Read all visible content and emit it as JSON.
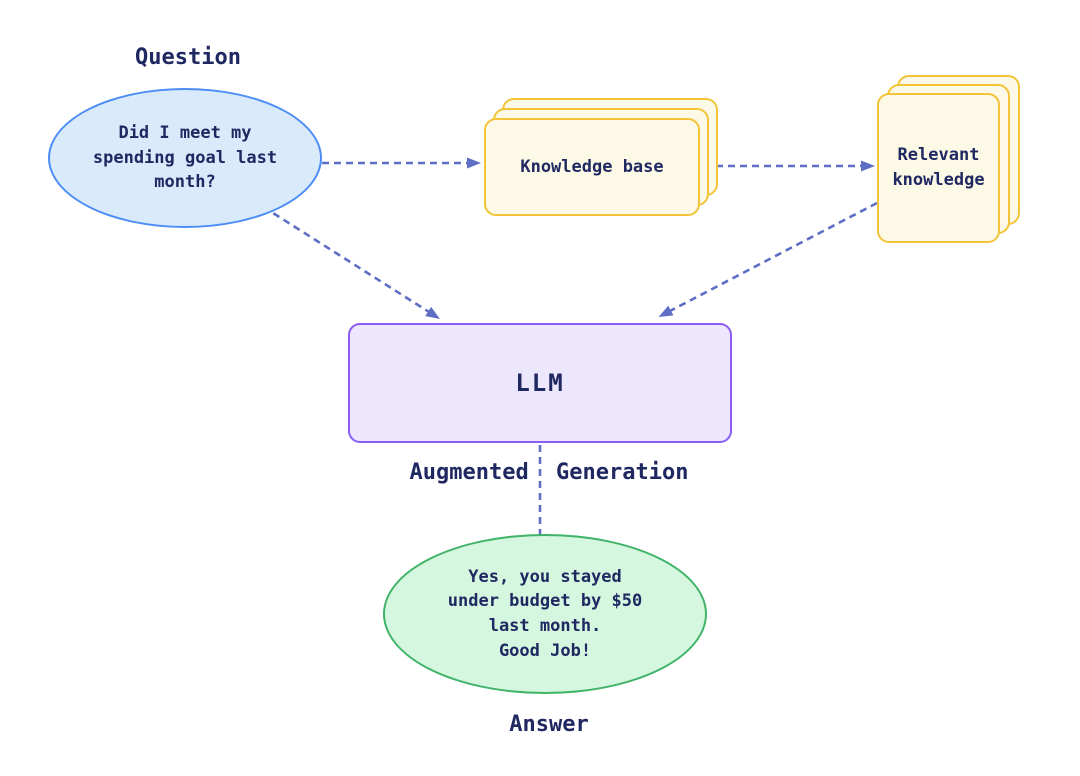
{
  "diagram": {
    "type": "flowchart",
    "topic": "Retrieval-Augmented Generation (RAG) flow",
    "nodes": {
      "question": {
        "label": "Question",
        "bubble_text": "Did I meet my\nspending goal last\nmonth?",
        "shape": "ellipse"
      },
      "knowledge_base": {
        "label": "Knowledge base",
        "shape": "stacked-cards"
      },
      "relevant_knowledge": {
        "label": "Relevant\nknowledge",
        "shape": "stacked-cards"
      },
      "llm": {
        "label": "LLM",
        "shape": "rounded-rect"
      },
      "augmented_generation": {
        "label": "Augmented Generation"
      },
      "answer": {
        "label": "Answer",
        "bubble_text": "Yes, you stayed\nunder budget by $50\nlast month.\nGood Job!",
        "shape": "ellipse"
      }
    },
    "edges": [
      {
        "from": "question",
        "to": "knowledge_base",
        "style": "dashed-arrow"
      },
      {
        "from": "knowledge_base",
        "to": "relevant_knowledge",
        "style": "dashed-arrow"
      },
      {
        "from": "relevant_knowledge",
        "to": "llm",
        "style": "dashed-arrow"
      },
      {
        "from": "question",
        "to": "llm",
        "style": "dashed-arrow"
      },
      {
        "from": "llm",
        "to": "answer",
        "style": "dashed-arrow"
      }
    ],
    "colors": {
      "background": "#FFFFFF",
      "text": "#1F2861",
      "question_fill": "#D9EAFA",
      "question_border": "#4C8DF6",
      "card_fill": "#FCF9E6",
      "card_border": "#F2C437",
      "llm_fill": "#ECE7FC",
      "llm_border": "#8A5CF5",
      "answer_fill": "#D5F6DF",
      "answer_border": "#3FB368",
      "arrow": "#5D6EC4"
    }
  }
}
